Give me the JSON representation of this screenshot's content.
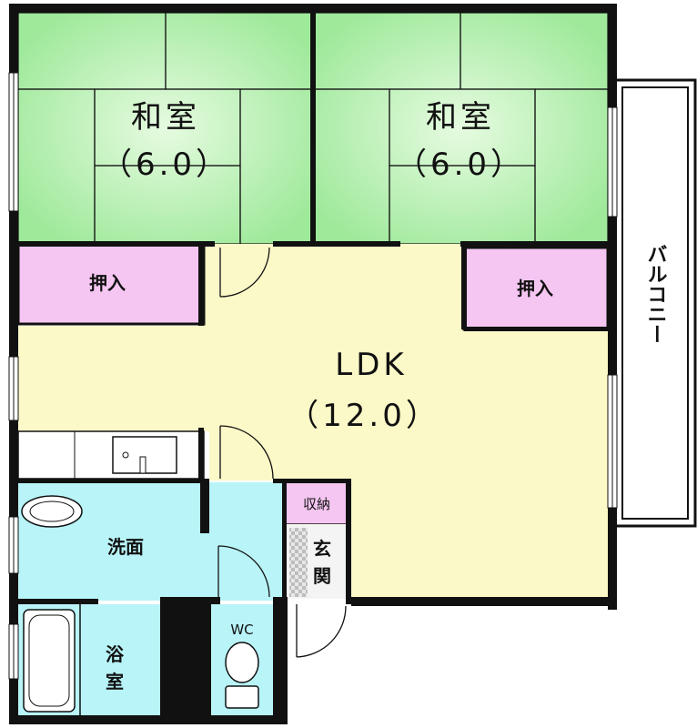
{
  "rooms": {
    "washitsu_left": {
      "name": "和室",
      "size": "（6.0）"
    },
    "washitsu_right": {
      "name": "和室",
      "size": "（6.0）"
    },
    "oshiire_left": {
      "name": "押入"
    },
    "oshiire_right": {
      "name": "押入"
    },
    "ldk": {
      "name": "LDK",
      "size": "（12.0）"
    },
    "balcony": {
      "name": "バルコニー"
    },
    "storage": {
      "name": "収納"
    },
    "entrance": {
      "name_top": "玄",
      "name_bottom": "関"
    },
    "washroom": {
      "name": "洗面"
    },
    "bathroom": {
      "name_top": "浴",
      "name_bottom": "室"
    },
    "toilet": {
      "name": "WC"
    }
  },
  "colors": {
    "tatami": "#a7eea4",
    "tatami_light": "#d9f7d0",
    "closet": "#f5c6f2",
    "ldk": "#fbf9c8",
    "wet_area": "#b8f4f8",
    "wall": "#111111",
    "entrance_tile": "#cfcfcf"
  }
}
